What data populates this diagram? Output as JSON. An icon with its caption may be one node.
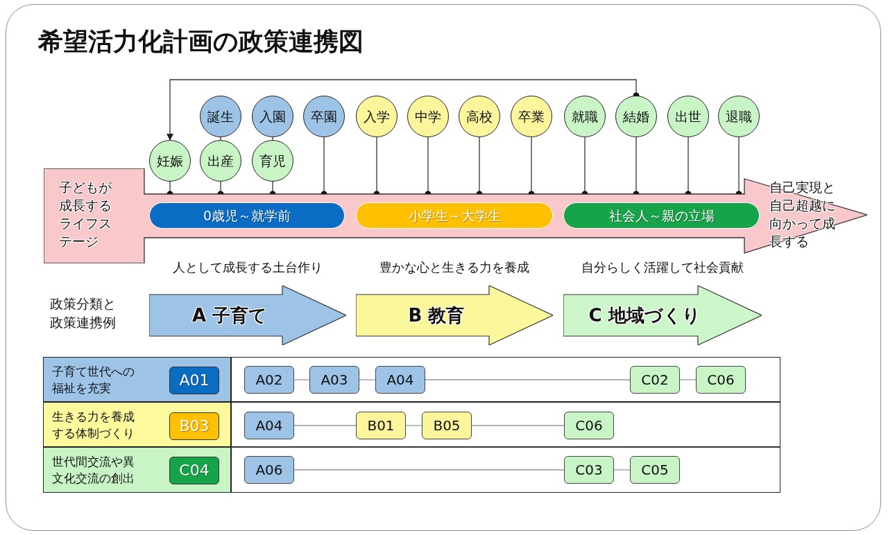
{
  "diagram": {
    "title": "希望活力化計画の政策連携図",
    "nodes": [
      {
        "text": [
          "子どもが成長するライフステージ",
          "自己実現と自己超越に向かって成長する"
        ]
      },
      {
        "text": [
          "0歳児～就学前"
        ],
        "in": 0
      },
      {
        "text": [
          "小学生～大学生"
        ],
        "in": 0
      },
      {
        "text": [
          "社会人～親の立場"
        ],
        "in": 0
      },
      {
        "text": [
          "妊娠"
        ]
      },
      {
        "text": [
          "誕生"
        ]
      },
      {
        "text": [
          "出産"
        ]
      },
      {
        "text": [
          "入園"
        ]
      },
      {
        "text": [
          "育児"
        ]
      },
      {
        "text": [
          "卒園"
        ]
      },
      {
        "text": [
          "入学"
        ]
      },
      {
        "text": [
          "中学"
        ]
      },
      {
        "text": [
          "高校"
        ]
      },
      {
        "text": [
          "卒業"
        ]
      },
      {
        "text": [
          "就職"
        ]
      },
      {
        "text": [
          "結婚"
        ]
      },
      {
        "text": [
          "出世"
        ]
      },
      {
        "text": [
          "退職"
        ]
      },
      {
        "text": [
          "A 子育て"
        ]
      },
      {
        "text": [
          "B 教育"
        ]
      },
      {
        "text": [
          "C 地域づくり"
        ]
      },
      {
        "text": [
          "子育て世代への福祉を充実"
        ]
      },
      {
        "text": [
          "A01"
        ],
        "in": 21
      },
      {
        "text": [
          "A02"
        ]
      },
      {
        "text": [
          "A03"
        ]
      },
      {
        "text": [
          "A04"
        ]
      },
      {
        "text": [
          "C02"
        ]
      },
      {
        "text": [
          "C06"
        ]
      },
      {
        "text": [
          "生きる力を養成する体制づくり"
        ]
      },
      {
        "text": [
          "B03"
        ],
        "in": 28
      },
      {
        "text": [
          "A04"
        ]
      },
      {
        "text": [
          "B01"
        ]
      },
      {
        "text": [
          "B05"
        ]
      },
      {
        "text": [
          "C06"
        ]
      },
      {
        "text": [
          "世代間交流や異文化交流の創出"
        ]
      },
      {
        "text": [
          "C04"
        ],
        "in": 34
      },
      {
        "text": [
          "A06"
        ]
      },
      {
        "text": [
          "C03"
        ]
      },
      {
        "text": [
          "C05"
        ]
      }
    ],
    "edges": [
      {
        "from": 15,
        "to": 4,
        "arrow": "to"
      },
      {
        "from": 4,
        "to": 0,
        "arrow": "other"
      },
      {
        "from": 5,
        "to": 6,
        "arrow": "none"
      },
      {
        "from": 6,
        "to": 0,
        "arrow": "other"
      },
      {
        "from": 7,
        "to": 8,
        "arrow": "none"
      },
      {
        "from": 8,
        "to": 0,
        "arrow": "other"
      },
      {
        "from": 9,
        "to": 0,
        "arrow": "other"
      },
      {
        "from": 10,
        "to": 0,
        "arrow": "other"
      },
      {
        "from": 11,
        "to": 0,
        "arrow": "other"
      },
      {
        "from": 12,
        "to": 0,
        "arrow": "other"
      },
      {
        "from": 13,
        "to": 0,
        "arrow": "other"
      },
      {
        "from": 14,
        "to": 0,
        "arrow": "other"
      },
      {
        "from": 15,
        "to": 0,
        "arrow": "other"
      },
      {
        "from": 16,
        "to": 0,
        "arrow": "other"
      },
      {
        "from": 17,
        "to": 0,
        "arrow": "other"
      },
      {
        "from": 23,
        "to": 24,
        "arrow": "none",
        "color": "#999999"
      },
      {
        "from": 24,
        "to": 25,
        "arrow": "none",
        "color": "#999999"
      },
      {
        "from": 25,
        "to": 26,
        "arrow": "none",
        "color": "#999999"
      },
      {
        "from": 26,
        "to": 27,
        "arrow": "none",
        "color": "#999999"
      },
      {
        "from": 30,
        "to": 31,
        "arrow": "none",
        "color": "#999999"
      },
      {
        "from": 31,
        "to": 32,
        "arrow": "none",
        "color": "#999999"
      },
      {
        "from": 32,
        "to": 33,
        "arrow": "none",
        "color": "#999999"
      },
      {
        "from": 36,
        "to": 37,
        "arrow": "none",
        "color": "#999999"
      },
      {
        "from": 37,
        "to": 38,
        "arrow": "none",
        "color": "#999999"
      }
    ],
    "labels": [
      "人として成長する土台作り",
      "豊かな心と生きる力を養成",
      "自分らしく活躍して社会貢献",
      "政策分類と政策連携例"
    ]
  }
}
